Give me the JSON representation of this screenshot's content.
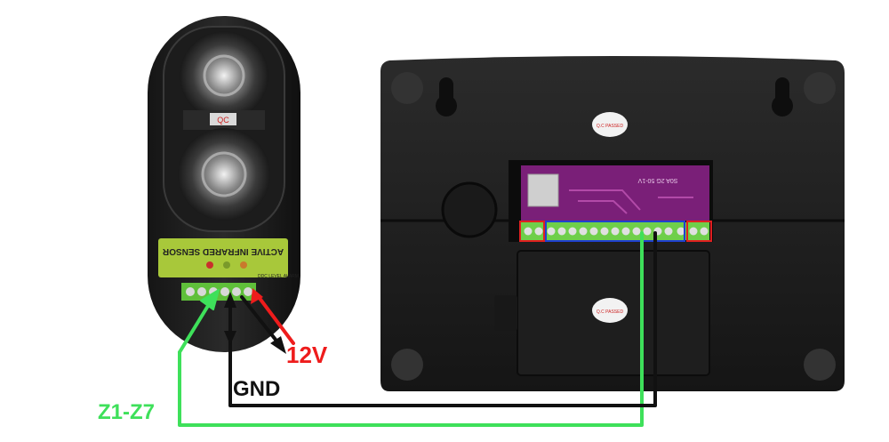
{
  "sensor": {
    "label_text": "ACTIVE INFRARED SENSOR",
    "small_text": "DDC LEVEL ALARM",
    "sticker_text": "QC"
  },
  "panel": {
    "qc_sticker_top": "Q.C PASSED",
    "qc_sticker_bottom": "Q.C PASSED",
    "board_text": "S0A 2G 50-1V"
  },
  "labels": {
    "power": "12V",
    "ground": "GND",
    "zone": "Z1-Z7"
  },
  "colors": {
    "power_wire": "#ee1c1c",
    "zone_wire": "#3ee05a",
    "ground_wire": "#111111",
    "board": "#7a1f78",
    "sensor_band": "#a8c83a"
  }
}
